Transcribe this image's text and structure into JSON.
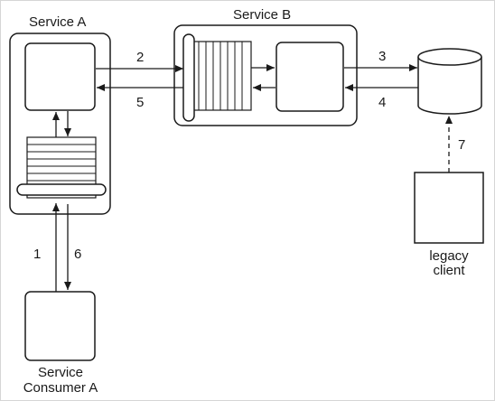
{
  "service_a": {
    "label": "Service A"
  },
  "service_b": {
    "label": "Service B"
  },
  "consumer": {
    "label_line1": "Service",
    "label_line2": "Consumer A"
  },
  "legacy": {
    "label_line1": "legacy",
    "label_line2": "client"
  },
  "arrows": {
    "n1": "1",
    "n2": "2",
    "n3": "3",
    "n4": "4",
    "n5": "5",
    "n6": "6",
    "n7": "7"
  }
}
